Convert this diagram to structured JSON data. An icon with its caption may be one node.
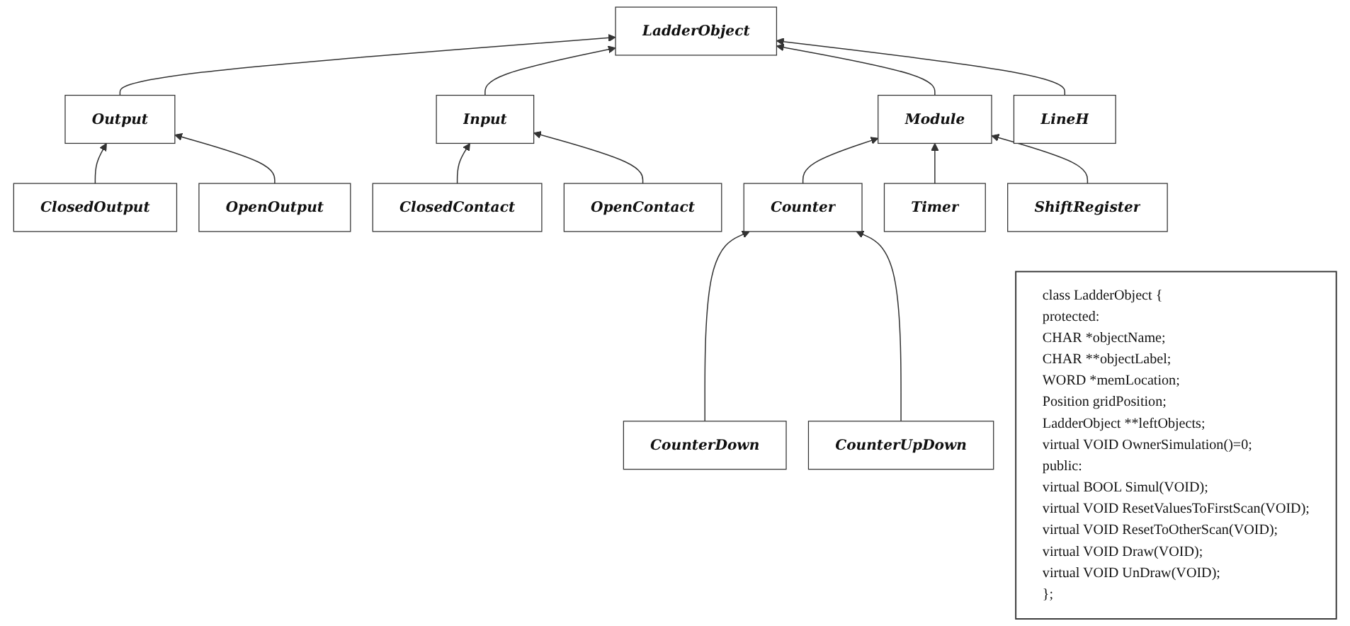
{
  "diagram": {
    "nodes": [
      {
        "text": [
          "LadderObject"
        ]
      },
      {
        "text": [
          "Output"
        ]
      },
      {
        "text": [
          "Input"
        ]
      },
      {
        "text": [
          "LineH"
        ]
      },
      {
        "text": [
          "OpenOutput"
        ]
      },
      {
        "text": [
          "OpenContact"
        ]
      },
      {
        "text": [
          "ClosedOutput"
        ]
      },
      {
        "text": [
          "ClosedContact"
        ]
      },
      {
        "text": [
          "Module"
        ]
      },
      {
        "text": [
          "Counter"
        ]
      },
      {
        "text": [
          "Timer"
        ]
      },
      {
        "text": [
          "ShiftRegister"
        ]
      },
      {
        "text": [
          "CounterDown"
        ]
      },
      {
        "text": [
          "CounterUpDown"
        ]
      },
      {
        "text": [
          "class LadderObject {",
          "protected:",
          "CHAR *objectName;",
          "CHAR **objectLabel;",
          "WORD *memLocation;",
          "Position gridPosition;",
          "LadderObject **leftObjects;",
          "virtual VOID OwnerSimulation()=0;",
          "public:",
          "virtual BOOL Simul(VOID);",
          "virtual VOID ResetValuesToFirstScan(VOID);",
          "virtual VOID ResetToOtherScan(VOID);",
          "virtual VOID Draw(VOID);",
          "virtual VOID UnDraw(VOID);",
          "};"
        ]
      }
    ],
    "edges": [
      {
        "from": 1,
        "to": 0,
        "arrow": "to"
      },
      {
        "from": 2,
        "to": 0,
        "arrow": "to"
      },
      {
        "from": 8,
        "to": 0,
        "arrow": "to"
      },
      {
        "from": 3,
        "to": 0,
        "arrow": "to"
      },
      {
        "from": 6,
        "to": 1,
        "arrow": "to"
      },
      {
        "from": 4,
        "to": 1,
        "arrow": "to"
      },
      {
        "from": 7,
        "to": 2,
        "arrow": "to"
      },
      {
        "from": 5,
        "to": 2,
        "arrow": "to"
      },
      {
        "from": 9,
        "to": 8,
        "arrow": "to"
      },
      {
        "from": 10,
        "to": 8,
        "arrow": "to"
      },
      {
        "from": 11,
        "to": 8,
        "arrow": "to"
      },
      {
        "from": 12,
        "to": 9,
        "arrow": "to"
      },
      {
        "from": 13,
        "to": 9,
        "arrow": "to"
      }
    ]
  }
}
